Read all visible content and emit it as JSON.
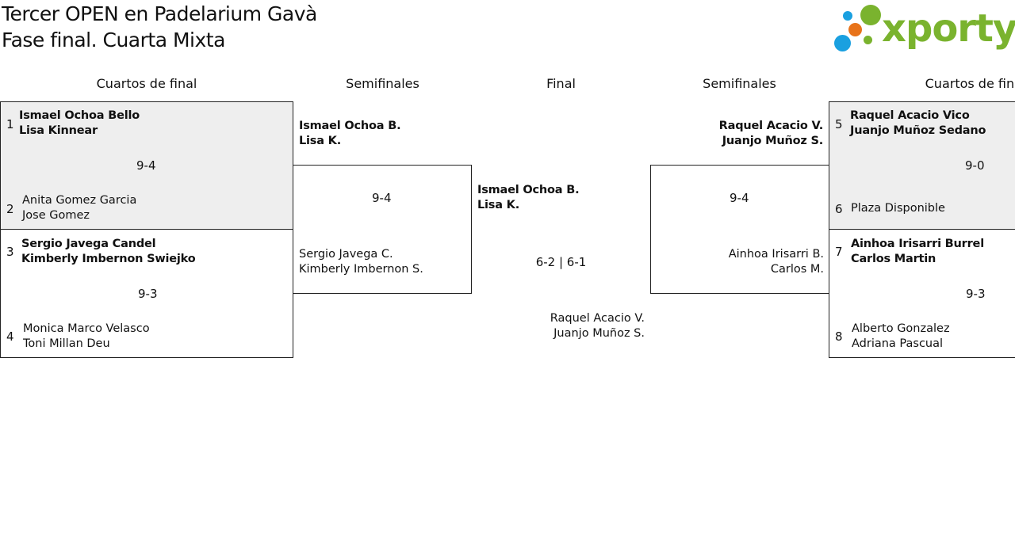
{
  "header": {
    "title": "Tercer OPEN en Padelarium Gavà",
    "subtitle": "Fase final. Cuarta Mixta",
    "logo_text": "xporty",
    "colors": {
      "logo_green": "#7ab32e",
      "dot_blue": "#1aa0e0",
      "dot_orange": "#e8731a",
      "dot_green": "#7ab32e",
      "shade": "#eeeeee"
    }
  },
  "rounds": {
    "qf_left": "Cuartos de final",
    "sf_left": "Semifinales",
    "final": "Final",
    "sf_right": "Semifinales",
    "qf_right": "Cuartos de final"
  },
  "qf_left": [
    {
      "seed_a": "1",
      "a1": "Ismael Ochoa Bello",
      "a2": "Lisa Kinnear",
      "score": "9-4",
      "seed_b": "2",
      "b1": "Anita Gomez Garcia",
      "b2": "Jose Gomez"
    },
    {
      "seed_a": "3",
      "a1": "Sergio Javega Candel",
      "a2": "Kimberly Imbernon Swiejko",
      "score": "9-3",
      "seed_b": "4",
      "b1": "Monica Marco Velasco",
      "b2": "Toni Millan Deu"
    }
  ],
  "qf_right": [
    {
      "seed_a": "5",
      "a1": "Raquel Acacio Vico",
      "a2": "Juanjo Muñoz Sedano",
      "score": "9-0",
      "seed_b": "6",
      "b1": "Plaza Disponible"
    },
    {
      "seed_a": "7",
      "a1": "Ainhoa Irisarri Burrel",
      "a2": "Carlos Martin",
      "score": "9-3",
      "seed_b": "8",
      "b1": "Alberto Gonzalez",
      "b2": "Adriana Pascual"
    }
  ],
  "sf_left": {
    "a1": "Ismael Ochoa B.",
    "a2": "Lisa K.",
    "score": "9-4",
    "b1": "Sergio Javega C.",
    "b2": "Kimberly Imbernon S."
  },
  "sf_right": {
    "a1": "Raquel Acacio V.",
    "a2": "Juanjo Muñoz S.",
    "score": "9-4",
    "b1": "Ainhoa Irisarri B.",
    "b2": "Carlos M."
  },
  "final": {
    "a1": "Ismael Ochoa B.",
    "a2": "Lisa K.",
    "score": "6-2 | 6-1",
    "b1": "Raquel Acacio V.",
    "b2": "Juanjo Muñoz S."
  }
}
